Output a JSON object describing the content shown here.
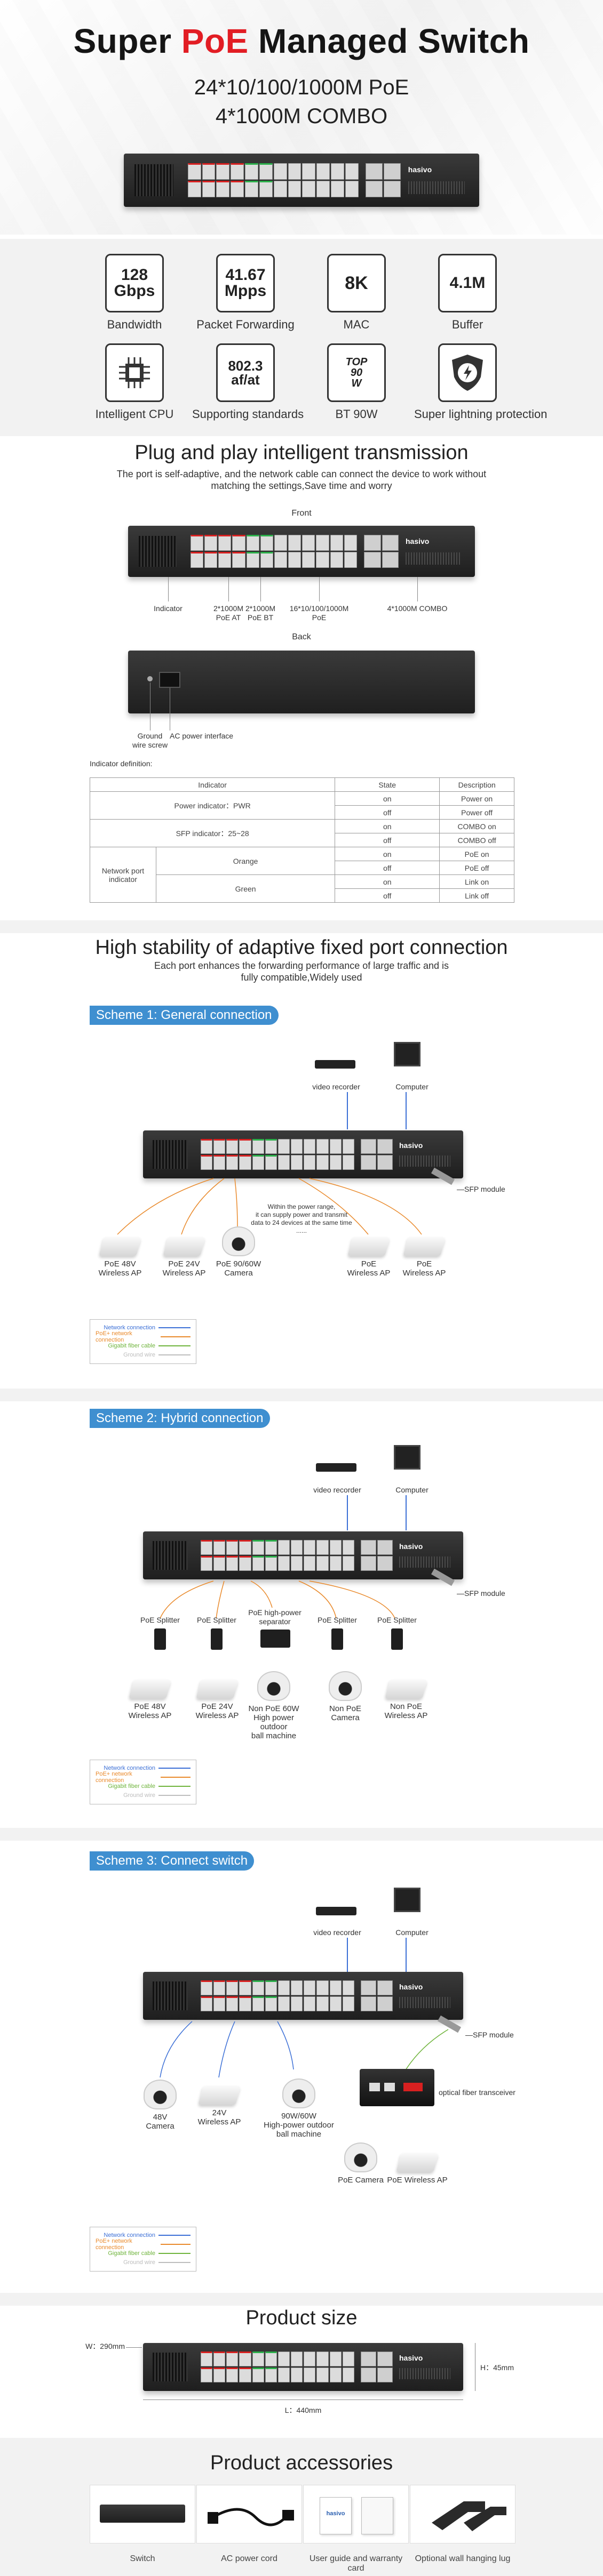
{
  "hero": {
    "title_pre": "Super ",
    "title_red": "PoE",
    "title_post": " Managed Switch",
    "sub1": "24*10/100/1000M PoE",
    "sub2": "4*1000M COMBO"
  },
  "brand": "hasivo",
  "specs": [
    {
      "value": "128\nGbps",
      "label": "Bandwidth"
    },
    {
      "value": "41.67\nMpps",
      "label": "Packet Forwarding"
    },
    {
      "value": "8K",
      "label": "MAC"
    },
    {
      "value": "4.1M",
      "label": "Buffer"
    },
    {
      "value": "CPU",
      "label": "Intelligent CPU",
      "icon": "chip-icon"
    },
    {
      "value": "802.3\naf/at",
      "label": "Supporting standards"
    },
    {
      "value": "TOP\n90\nW",
      "label": "BT 90W"
    },
    {
      "value": "",
      "label": "Super lightning protection",
      "icon": "lightning-shield-icon"
    }
  ],
  "plug": {
    "title": "Plug and play intelligent transmission",
    "desc1": "The port is self-adaptive, and the network cable can connect the device to work without",
    "desc2": "matching the settings,Save time and worry",
    "front": "Front",
    "back": "Back",
    "indicator": "Indicator",
    "lbl_poe_at1": "2*1000M",
    "lbl_poe_at2": "PoE AT",
    "lbl_poe_bt1": "2*1000M",
    "lbl_poe_bt2": "PoE BT",
    "lbl_poe1": "16*10/100/1000M",
    "lbl_poe2": "PoE",
    "lbl_combo": "4*1000M COMBO",
    "ground1": "Ground",
    "ground2": "wire screw",
    "ac": "AC power interface",
    "ind_def": "Indicator definition:"
  },
  "table": {
    "headers": [
      "Indicator",
      "State",
      "Description"
    ],
    "pwr": "Power indicator：PWR",
    "sfp": "SFP indicator：25~28",
    "net": "Network port indicator",
    "orange": "Orange",
    "green": "Green",
    "on": "on",
    "off": "off",
    "rows": [
      "Power on",
      "Power off",
      "COMBO on",
      "COMBO off",
      "PoE on",
      "PoE off",
      "Link on",
      "Link off"
    ]
  },
  "stability": {
    "title": "High stability of adaptive fixed port connection",
    "desc1": "Each port enhances the forwarding performance of large traffic and is",
    "desc2": "fully compatible,Widely used"
  },
  "scheme1": {
    "bar": "Scheme 1: General connection",
    "recorder": "video recorder",
    "computer": "Computer",
    "sfp": "SFP module",
    "note1": "Within the power range,",
    "note2": "it can supply power and transmit",
    "note3": "data to 24 devices at the same time",
    "note4": "......",
    "d1a": "PoE 48V",
    "d1b": "Wireless AP",
    "d2a": "PoE 24V",
    "d2b": "Wireless AP",
    "d3a": "PoE 90/60W",
    "d3b": "Camera",
    "d4a": "PoE",
    "d4b": "Wireless AP",
    "d5a": "PoE",
    "d5b": "Wireless AP"
  },
  "legend": {
    "l1": "Network connection",
    "l2": "PoE+ network connection",
    "l3": "Gigabit fiber cable",
    "l4": "Ground wire",
    "c1": "#3b6fd6",
    "c2": "#e98a2c",
    "c3": "#6fb43c",
    "c4": "#bdbdbd"
  },
  "scheme2": {
    "bar": "Scheme 2: Hybrid connection",
    "recorder": "video recorder",
    "computer": "Computer",
    "sfp": "SFP module",
    "splitter": "PoE Splitter",
    "sep1": "PoE high-power",
    "sep2": "separator",
    "d1a": "PoE 48V",
    "d1b": "Wireless AP",
    "d2a": "PoE 24V",
    "d2b": "Wireless AP",
    "d3a": "Non PoE 60W",
    "d3b": "High power outdoor",
    "d3c": "ball machine",
    "d4a": "Non PoE",
    "d4b": "Camera",
    "d5a": "Non PoE",
    "d5b": "Wireless AP"
  },
  "scheme3": {
    "bar": "Scheme 3: Connect switch",
    "recorder": "video recorder",
    "computer": "Computer",
    "sfp": "SFP module",
    "fiber": "optical fiber transceiver",
    "d1a": "48V",
    "d1b": "Camera",
    "d2a": "24V",
    "d2b": "Wireless AP",
    "d3a": "90W/60W",
    "d3b": "High-power outdoor",
    "d3c": "ball machine",
    "d4": "PoE Camera",
    "d5": "PoE Wireless AP"
  },
  "size": {
    "title": "Product size",
    "w": "W：290mm",
    "h": "H：45mm",
    "l": "L：440mm"
  },
  "accessories": {
    "title": "Product accessories",
    "items": [
      "Switch",
      "AC power cord",
      "User guide and warranty card",
      "Optional wall hanging lug"
    ]
  }
}
